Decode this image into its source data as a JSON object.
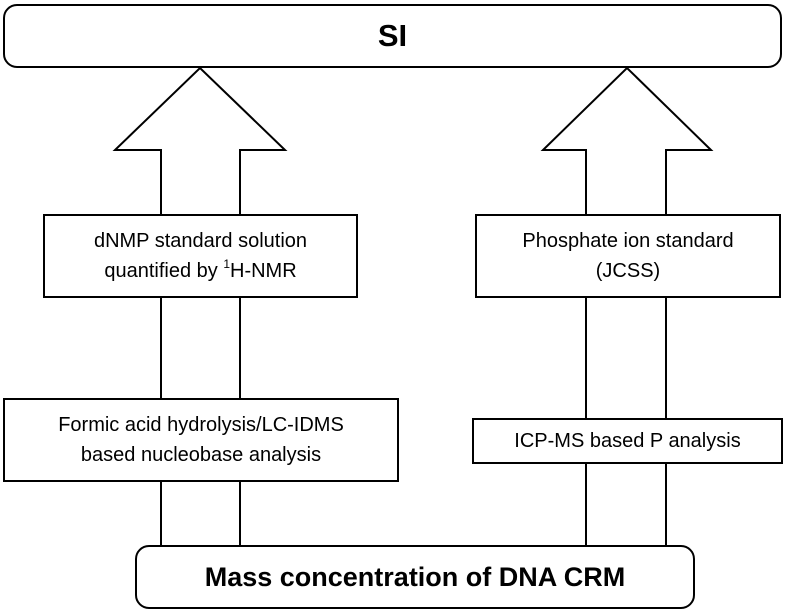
{
  "top_box": {
    "label": "SI"
  },
  "bottom_box": {
    "label": "Mass concentration of DNA CRM"
  },
  "left_path": {
    "upper_box": {
      "line1": "dNMP standard solution",
      "line2_prefix": "quantified by ",
      "line2_sup": "1",
      "line2_suffix": "H-NMR"
    },
    "lower_box": {
      "line1": "Formic acid hydrolysis/LC-IDMS",
      "line2": "based nucleobase analysis"
    }
  },
  "right_path": {
    "upper_box": {
      "line1": "Phosphate ion standard",
      "line2": "(JCSS)"
    },
    "lower_box": {
      "line1": "ICP-MS based P analysis"
    }
  },
  "colors": {
    "stroke": "#000000",
    "fill": "#ffffff"
  }
}
